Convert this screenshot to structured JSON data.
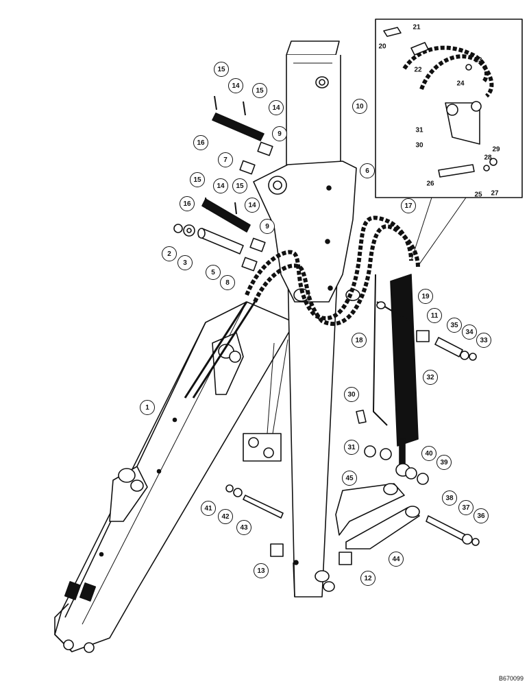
{
  "drawing_id": "B670099",
  "callouts": [
    "1",
    "2",
    "3",
    "5",
    "6",
    "7",
    "8",
    "9",
    "9",
    "10",
    "11",
    "12",
    "13",
    "14",
    "14",
    "14",
    "14",
    "15",
    "15",
    "15",
    "15",
    "16",
    "16",
    "17",
    "18",
    "19",
    "30",
    "31",
    "32",
    "33",
    "34",
    "35",
    "36",
    "37",
    "38",
    "39",
    "40",
    "41",
    "42",
    "43",
    "44",
    "45"
  ],
  "inset_labels": [
    "20",
    "21",
    "22",
    "23",
    "24",
    "25",
    "26",
    "27",
    "28",
    "29",
    "30",
    "31"
  ]
}
